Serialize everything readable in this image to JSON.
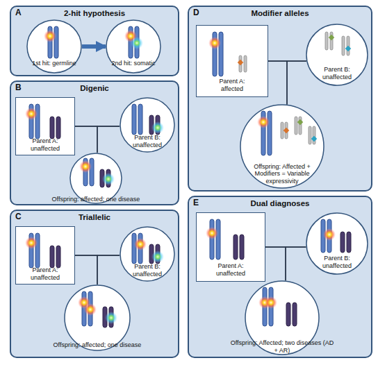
{
  "diagram": {
    "nodes": [
      {
        "text": [
          "A",
          "2-hit hypothesis"
        ]
      },
      {
        "text": [
          "1st hit: germline"
        ],
        "in": 0
      },
      {
        "text": [
          "2nd hit: somatic"
        ],
        "in": 0
      },
      {
        "text": [
          "B",
          "Digenic"
        ]
      },
      {
        "text": [
          "Parent A: unaffected"
        ],
        "in": 3
      },
      {
        "text": [
          "Parent B: unaffected"
        ],
        "in": 3
      },
      {
        "text": [
          "Offspring: affected; one disease"
        ],
        "in": 3
      },
      {
        "text": [
          "C",
          "Triallelic"
        ]
      },
      {
        "text": [
          "Parent A: unaffected"
        ],
        "in": 7
      },
      {
        "text": [
          "Parent B: unaffected"
        ],
        "in": 7
      },
      {
        "text": [
          "Offspring: affected; one disease"
        ],
        "in": 7
      },
      {
        "text": [
          "D",
          "Modifier alleles"
        ]
      },
      {
        "text": [
          "Parent A: affected"
        ],
        "in": 11
      },
      {
        "text": [
          "Parent B: unaffected"
        ],
        "in": 11
      },
      {
        "text": [
          "Offspring: Affected + Modifiers = Variable expressivity"
        ],
        "in": 11
      },
      {
        "text": [
          "E",
          "Dual diagnoses"
        ]
      },
      {
        "text": [
          "Parent A: unaffected"
        ],
        "in": 15
      },
      {
        "text": [
          "Parent B: unaffected"
        ],
        "in": 15
      },
      {
        "text": [
          "Offspring: Affected; two diseases (AD + AR)"
        ],
        "in": 15
      }
    ],
    "edges": [
      {
        "from": 1,
        "to": 2,
        "arrow": "to"
      },
      {
        "from": 4,
        "to": 5,
        "arrow": "none"
      },
      {
        "from": 4,
        "to": 6,
        "arrow": "none"
      },
      {
        "from": 5,
        "to": 6,
        "arrow": "none"
      },
      {
        "from": 8,
        "to": 9,
        "arrow": "none"
      },
      {
        "from": 8,
        "to": 10,
        "arrow": "none"
      },
      {
        "from": 9,
        "to": 10,
        "arrow": "none"
      },
      {
        "from": 12,
        "to": 13,
        "arrow": "none"
      },
      {
        "from": 12,
        "to": 14,
        "arrow": "none"
      },
      {
        "from": 13,
        "to": 14,
        "arrow": "none"
      },
      {
        "from": 16,
        "to": 17,
        "arrow": "none"
      },
      {
        "from": 16,
        "to": 18,
        "arrow": "none"
      },
      {
        "from": 17,
        "to": 18,
        "arrow": "none"
      }
    ]
  }
}
